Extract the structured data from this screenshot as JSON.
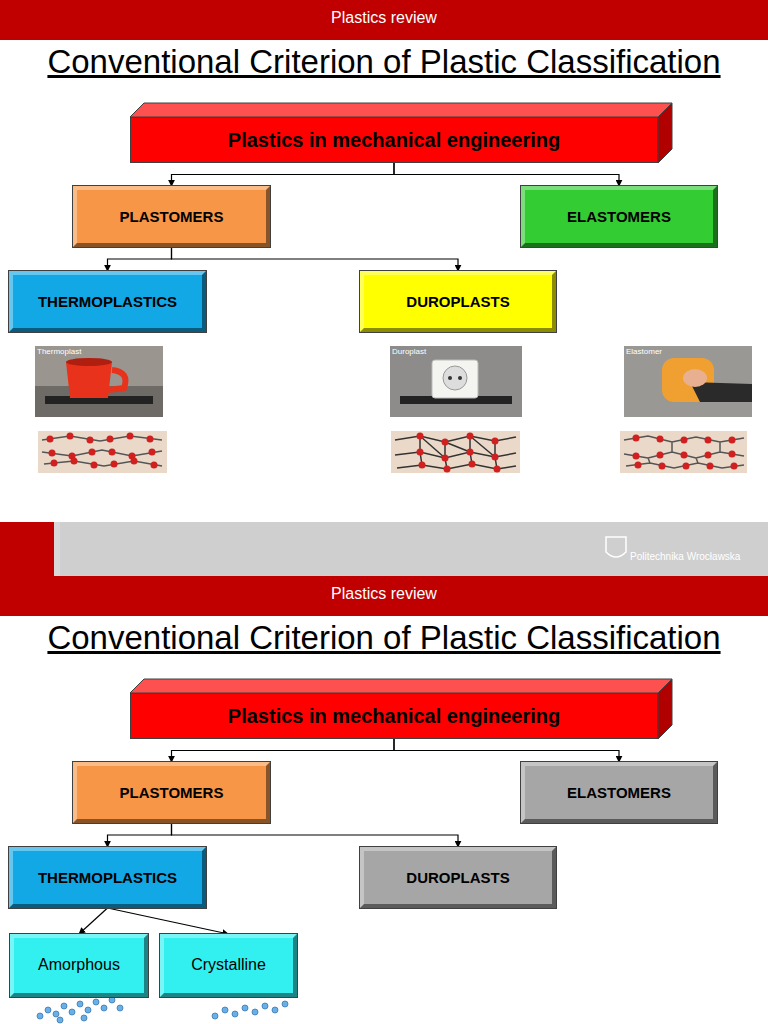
{
  "diagram": {
    "title": "Conventional Criterion of Plastic Classification",
    "nodes": [
      {
        "text": [
          "Plastics in mechanical engineering"
        ]
      },
      {
        "text": [
          "PLASTOMERS"
        ]
      },
      {
        "text": [
          "ELASTOMERS"
        ]
      },
      {
        "text": [
          "THERMOPLASTICS"
        ]
      },
      {
        "text": [
          "DUROPLASTS"
        ]
      },
      {
        "text": [
          "Plastics in mechanical engineering"
        ]
      },
      {
        "text": [
          "PLASTOMERS"
        ]
      },
      {
        "text": [
          "ELASTOMERS"
        ]
      },
      {
        "text": [
          "THERMOPLASTICS"
        ]
      },
      {
        "text": [
          "DUROPLASTS"
        ]
      },
      {
        "text": [
          "Amorphous"
        ]
      },
      {
        "text": [
          "Crystalline"
        ]
      }
    ],
    "edges": [
      {
        "from": 0,
        "to": 1,
        "arrow": "to"
      },
      {
        "from": 0,
        "to": 2,
        "arrow": "to"
      },
      {
        "from": 1,
        "to": 3,
        "arrow": "to"
      },
      {
        "from": 1,
        "to": 4,
        "arrow": "to"
      },
      {
        "from": 5,
        "to": 6,
        "arrow": "to"
      },
      {
        "from": 5,
        "to": 7,
        "arrow": "to"
      },
      {
        "from": 6,
        "to": 8,
        "arrow": "to"
      },
      {
        "from": 6,
        "to": 9,
        "arrow": "to"
      },
      {
        "from": 8,
        "to": 10,
        "arrow": "to"
      },
      {
        "from": 8,
        "to": 11,
        "arrow": "to"
      }
    ],
    "labels": [
      "Plastics review",
      "Thermoplast",
      "Duroplast",
      "Elastomer",
      "Politechnika Wrocławska",
      "Plastics review",
      "Conventional Criterion of Plastic Classification",
      "Politechnika Wrocławska"
    ]
  }
}
